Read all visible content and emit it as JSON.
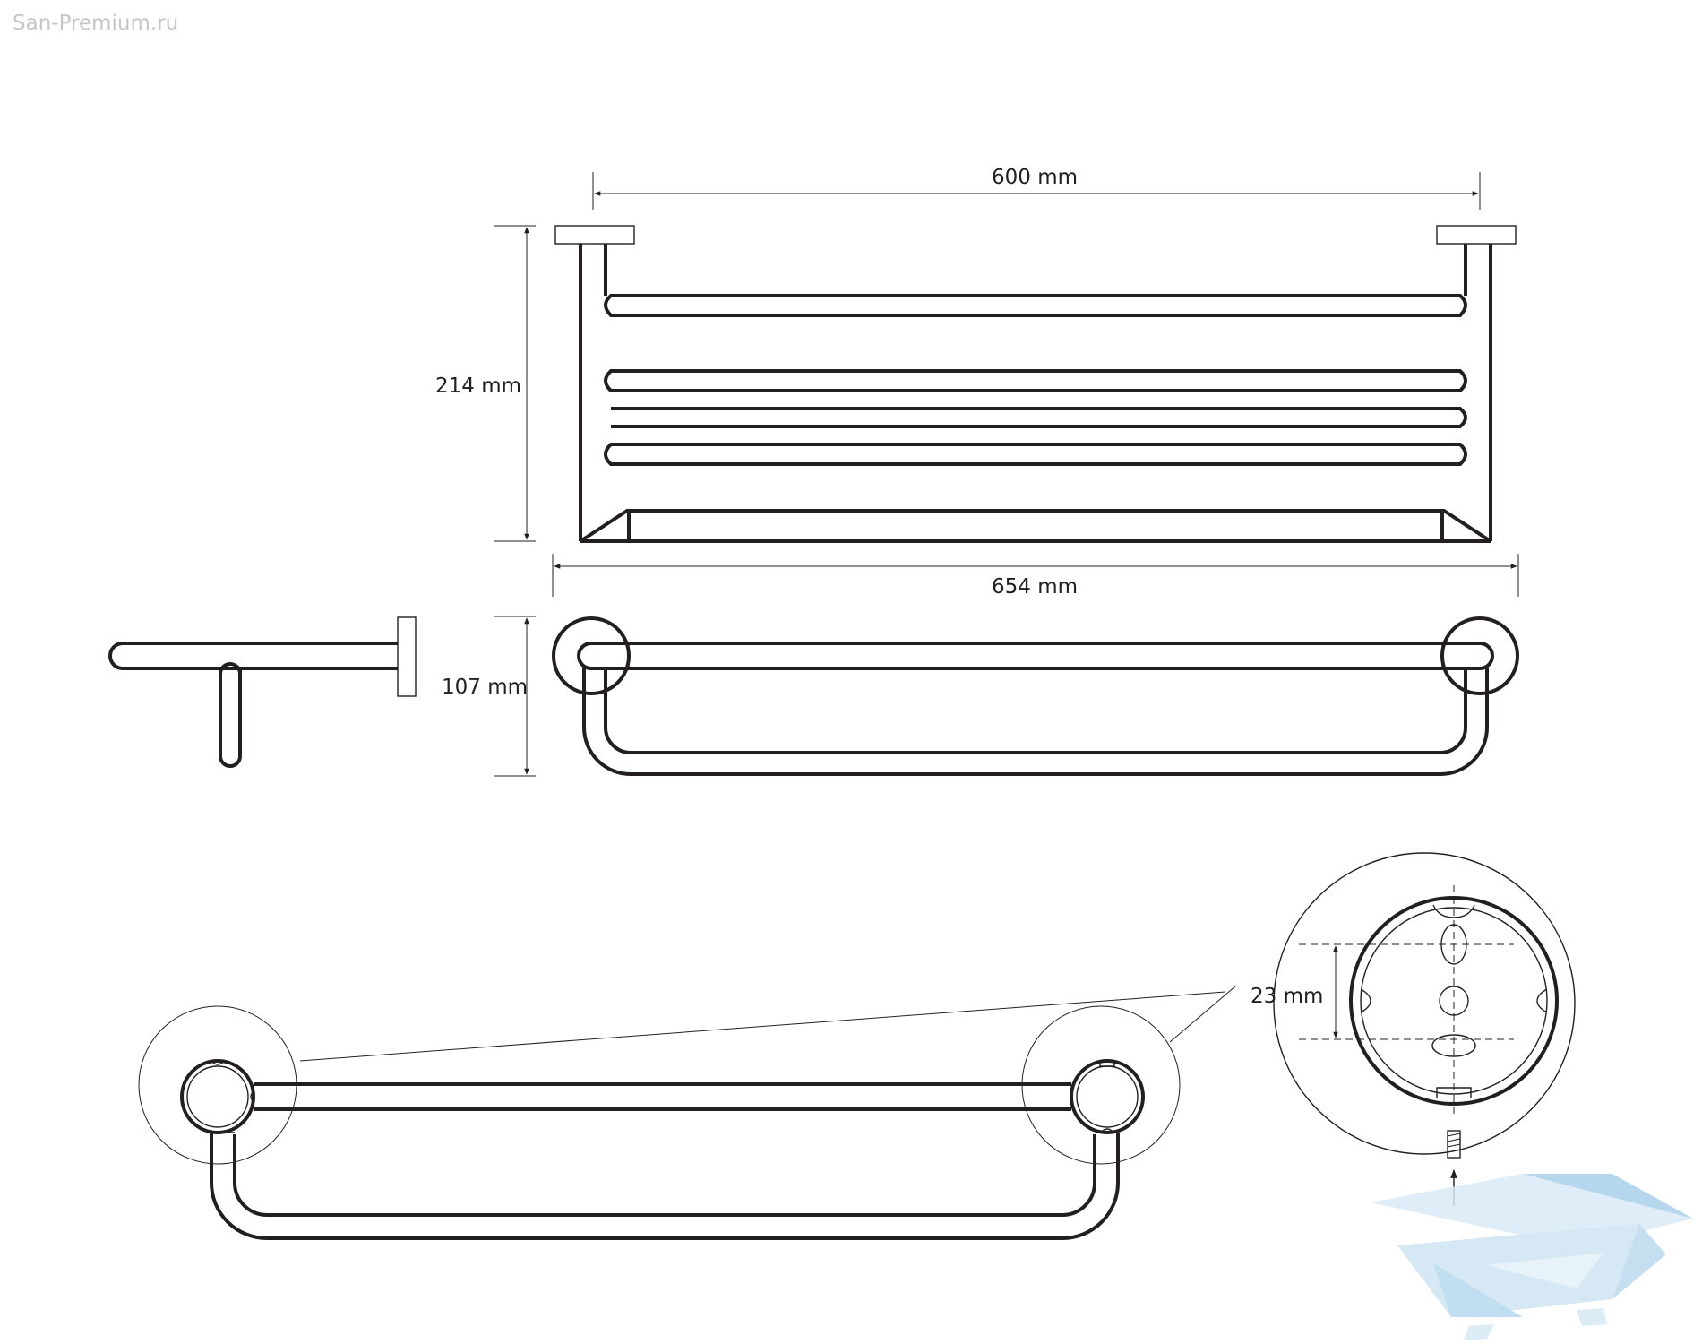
{
  "watermark": {
    "text": "San-Premium.ru"
  },
  "dimensions": {
    "top_width": "600 mm",
    "height": "214 mm",
    "overall_width": "654 mm",
    "depth": "107 mm",
    "hole_spacing": "23 mm"
  },
  "colors": {
    "line": "#231f20",
    "hatch": "#7a7a7a",
    "watermark": "#c6c6c6",
    "logo_light": "#cfe4f2",
    "logo_mid": "#a9d0ea"
  },
  "icons": {
    "logo": "bathtub-logo-icon"
  }
}
